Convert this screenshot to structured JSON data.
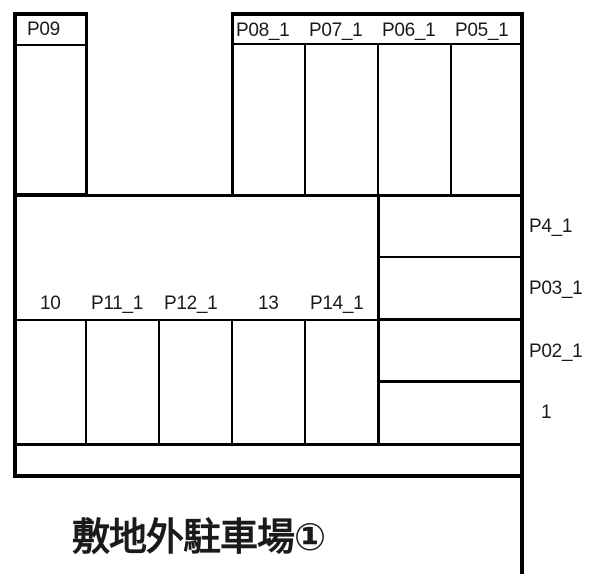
{
  "diagram": {
    "title": "敷地外駐車場①",
    "top_left_slot": {
      "label": "P09"
    },
    "top_row_slots": [
      {
        "label": "P08_1"
      },
      {
        "label": "P07_1"
      },
      {
        "label": "P06_1"
      },
      {
        "label": "P05_1"
      }
    ],
    "right_column_slots": [
      {
        "label": "P4_1"
      },
      {
        "label": "P03_1"
      },
      {
        "label": "P02_1"
      },
      {
        "label": "1"
      }
    ],
    "bottom_row_slots": [
      {
        "label": "10"
      },
      {
        "label": "P11_1"
      },
      {
        "label": "P12_1"
      },
      {
        "label": "13"
      },
      {
        "label": "P14_1"
      }
    ],
    "line_color": "#000000",
    "background": "#ffffff"
  }
}
